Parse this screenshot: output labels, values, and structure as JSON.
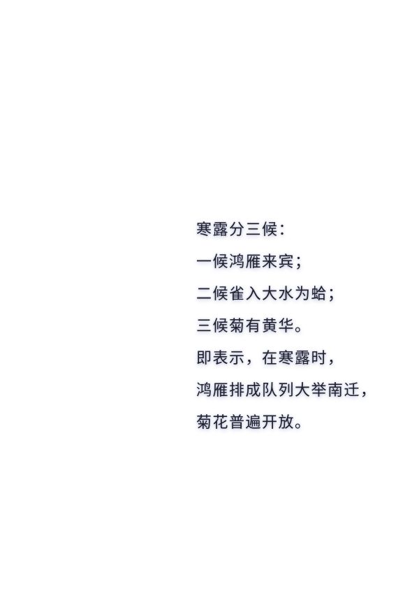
{
  "poem": {
    "lines": [
      "寒露分三候：",
      "一候鸿雁来宾；",
      "二候雀入大水为蛤；",
      "三候菊有黄华。",
      "即表示，在寒露时，",
      "鸿雁排成队列大举南迁，",
      "菊花普遍开放。"
    ]
  }
}
